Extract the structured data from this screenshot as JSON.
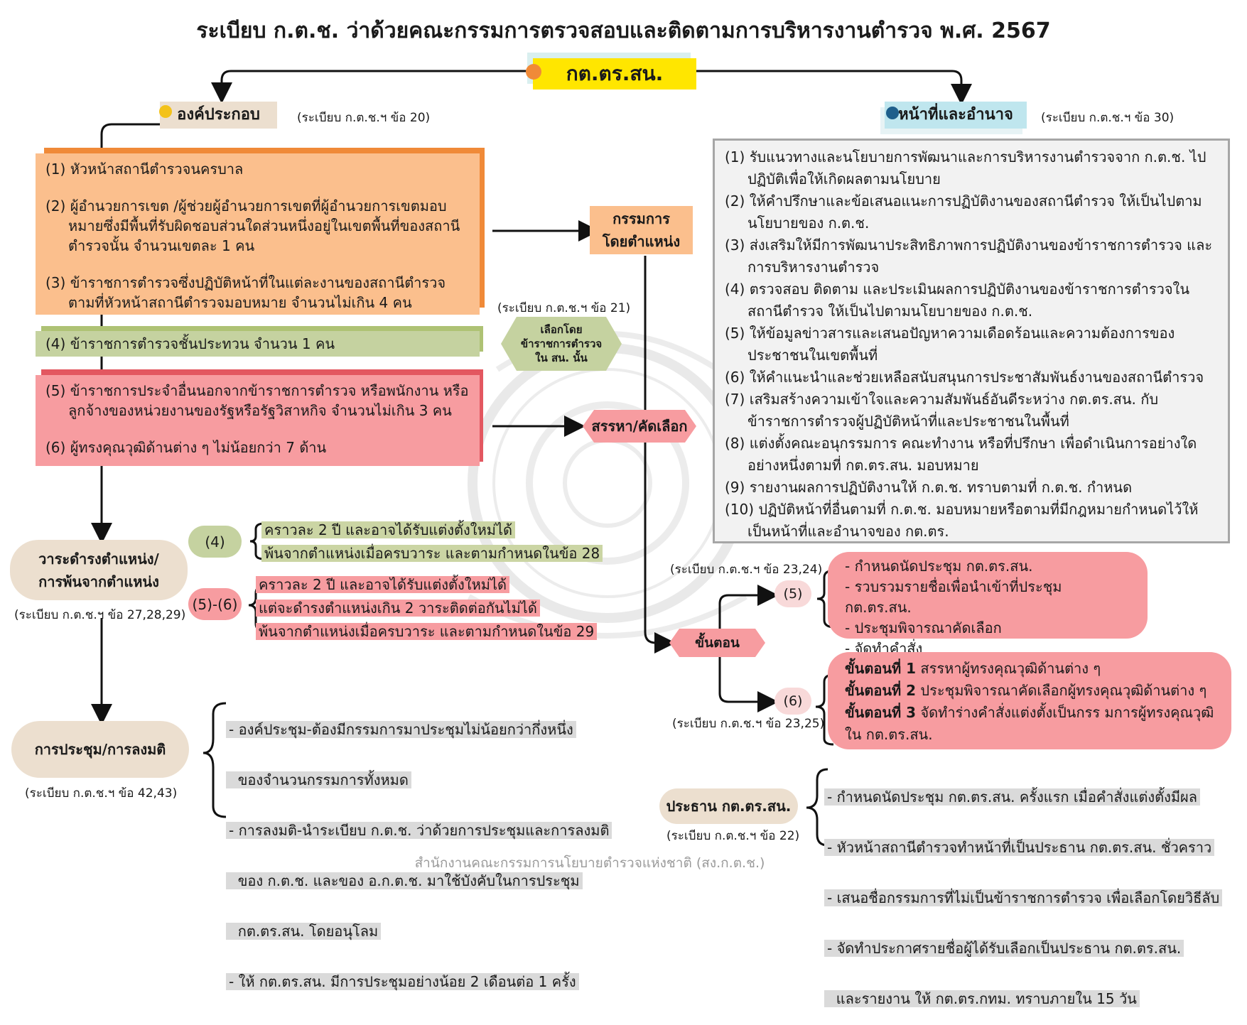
{
  "title": "ระเบียบ ก.ต.ช. ว่าด้วยคณะกรรมการตรวจสอบและติดตามการบริหารงานตำรวจ พ.ศ. 2567",
  "root": "กต.ตร.สน.",
  "composition": {
    "heading": "องค์ประกอบ",
    "ref": "(ระเบียบ ก.ต.ช.ฯ ข้อ 20)",
    "group1": [
      "(1) หัวหน้าสถานีตำรวจนครบาล",
      "(2) ผู้อำนวยการเขต /ผู้ช่วยผู้อำนวยการเขตที่ผู้อำนวยการเขตมอบหมายซึ่งมีพื้นที่รับผิดชอบส่วนใดส่วนหนึ่งอยู่ในเขตพื้นที่ของสถานีตำรวจนั้น จำนวนเขตละ 1 คน",
      "(3) ข้าราชการตำรวจซึ่งปฏิบัติหน้าที่ในแต่ละงานของสถานีตำรวจตามที่หัวหน้าสถานีตำรวจมอบหมาย จำนวนไม่เกิน 4 คน"
    ],
    "group2": "(4) ข้าราชการตำรวจชั้นประทวน จำนวน 1 คน",
    "group3": [
      "(5) ข้าราชการประจำอื่นนอกจากข้าราชการตำรวจ หรือพนักงาน หรือลูกจ้างของหน่วยงานของรัฐหรือรัฐวิสาหกิจ จำนวนไม่เกิน 3 คน",
      "(6) ผู้ทรงคุณวุฒิด้านต่าง ๆ ไม่น้อยกว่า 7 ด้าน"
    ],
    "ex_officio": "กรรมการ\nโดยตำแหน่ง",
    "elect_ref": "(ระเบียบ ก.ต.ช.ฯ ข้อ 21)",
    "elect": "เลือกโดย\nข้าราชการตำรวจ\nใน สน. นั้น",
    "select": "สรรหา/คัดเลือก"
  },
  "powers": {
    "heading": "หน้าที่และอำนาจ",
    "ref": "(ระเบียบ ก.ต.ช.ฯ ข้อ 30)",
    "items": [
      "(1) รับแนวทางและนโยบายการพัฒนาและการบริหารงานตำรวจจาก ก.ต.ช. ไปปฏิบัติเพื่อให้เกิดผลตามนโยบาย",
      "(2) ให้คำปรึกษาและข้อเสนอแนะการปฏิบัติงานของสถานีตำรวจ ให้เป็นไปตามนโยบายของ ก.ต.ช.",
      "(3) ส่งเสริมให้มีการพัฒนาประสิทธิภาพการปฏิบัติงานของข้าราชการตำรวจ และการบริหารงานตำรวจ",
      "(4) ตรวจสอบ ติดตาม และประเมินผลการปฏิบัติงานของข้าราชการตำรวจในสถานีตำรวจ ให้เป็นไปตามนโยบายของ ก.ต.ช.",
      "(5) ให้ข้อมูลข่าวสารและเสนอปัญหาความเดือดร้อนและความต้องการของประชาชนในเขตพื้นที่",
      "(6) ให้คำแนะนำและช่วยเหลือสนับสนุนการประชาสัมพันธ์งานของสถานีตำรวจ",
      "(7) เสริมสร้างความเข้าใจและความสัมพันธ์อันดีระหว่าง กต.ตร.สน. กับข้าราชการตำรวจผู้ปฏิบัติหน้าที่และประชาชนในพื้นที่",
      "(8)  แต่งตั้งคณะอนุกรรมการ คณะทำงาน หรือที่ปรึกษา เพื่อดำเนินการอย่างใดอย่างหนึ่งตามที่ กต.ตร.สน. มอบหมาย",
      "(9) รายงานผลการปฏิบัติงานให้ ก.ต.ช. ทราบตามที่ ก.ต.ช. กำหนด",
      "(10) ปฏิบัติหน้าที่อื่นตามที่ ก.ต.ช. มอบหมายหรือตามที่มีกฎหมายกำหนดไว้ให้เป็นหน้าที่และอำนาจของ กต.ตร."
    ]
  },
  "term": {
    "label": "วาระดำรงตำแหน่ง/\nการพ้นจากตำแหน่ง",
    "ref": "(ระเบียบ ก.ต.ช.ฯ ข้อ 27,28,29)",
    "tag4": "(4)",
    "text4": [
      "คราวละ 2 ปี และอาจได้รับแต่งตั้งใหม่ได้",
      "พ้นจากตำแหน่งเมื่อครบวาระ และตามกำหนดในข้อ 28"
    ],
    "tag56": "(5)-(6)",
    "text56": [
      "คราวละ 2 ปี และอาจได้รับแต่งตั้งใหม่ได้",
      "แต่จะดำรงตำแหน่งเกิน 2 วาระติดต่อกันไม่ได้",
      "พ้นจากตำแหน่งเมื่อครบวาระ และตามกำหนดในข้อ 29"
    ]
  },
  "meeting": {
    "label": "การประชุม/การลงมติ",
    "ref": "(ระเบียบ ก.ต.ช.ฯ ข้อ 42,43)",
    "lines": [
      "- องค์ประชุม-ต้องมีกรรมการมาประชุมไม่น้อยกว่ากึ่งหนึ่ง",
      "  ของจำนวนกรรมการทั้งหมด",
      "- การลงมติ-นำระเบียบ ก.ต.ช. ว่าด้วยการประชุมและการลงมติ",
      "  ของ ก.ต.ช. และของ อ.ก.ต.ช. มาใช้บังคับในการประชุม",
      "  กต.ตร.สน. โดยอนุโลม",
      "- ให้ กต.ตร.สน. มีการประชุมอย่างน้อย 2 เดือนต่อ 1 ครั้ง"
    ]
  },
  "steps": {
    "label": "ขั้นตอน",
    "ref5": "(ระเบียบ ก.ต.ช.ฯ ข้อ 23,24)",
    "tag5": "(5)",
    "list5": [
      "- กำหนดนัดประชุม กต.ตร.สน.",
      "- รวบรวมรายชื่อเพื่อนำเข้าที่ประชุม กต.ตร.สน.",
      "- ประชุมพิจารณาคัดเลือก",
      "- จัดทำคำสั่ง"
    ],
    "ref6": "(ระเบียบ ก.ต.ช.ฯ ข้อ 23,25)",
    "tag6": "(6)",
    "step_labels": [
      "ขั้นตอนที่ 1",
      "ขั้นตอนที่ 2",
      "ขั้นตอนที่ 3"
    ],
    "step_texts": [
      " สรรหาผู้ทรงคุณวุฒิด้านต่าง ๆ",
      " ประชุมพิจารณาคัดเลือกผู้ทรงคุณวุฒิด้านต่าง ๆ",
      " จัดทำร่างคำสั่งแต่งตั้งเป็นกรร มการผู้ทรงคุณวุฒิ"
    ],
    "step_tail": "ใน กต.ตร.สน."
  },
  "chair": {
    "label": "ประธาน กต.ตร.สน.",
    "ref": "(ระเบียบ ก.ต.ช.ฯ ข้อ 22)",
    "lines": [
      "- กำหนดนัดประชุม กต.ตร.สน. ครั้งแรก เมื่อคำสั่งแต่งตั้งมีผล",
      "- หัวหน้าสถานีตำรวจทำหน้าที่เป็นประธาน กต.ตร.สน. ชั่วคราว",
      "- เสนอชื่อกรรมการที่ไม่เป็นข้าราชการตำรวจ เพื่อเลือกโดยวิธีลับ",
      "- จัดทำประกาศรายชื่อผู้ได้รับเลือกเป็นประธาน กต.ตร.สน.",
      "  และรายงาน ให้ กต.ตร.กทม. ทราบภายใน 15 วัน"
    ]
  },
  "footer": "สำนักงานคณะกรรมการนโยบายตำรวจแห่งชาติ (สง.ก.ต.ช.)",
  "colors": {
    "yellow": "#ffe600",
    "orange": "#fbbf8d",
    "green": "#c5d2a0",
    "pink": "#f79ca0",
    "beige": "#ecdfcf",
    "grey": "#dadada"
  }
}
